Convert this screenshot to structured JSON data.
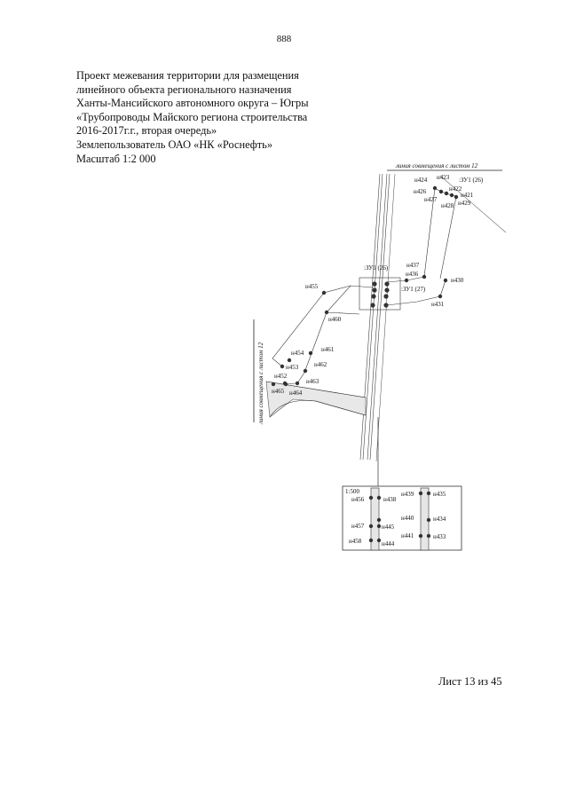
{
  "page_number": "888",
  "title_lines": [
    "Проект межевания территории для размещения",
    "линейного объекта регионального назначения",
    "Ханты-Мансийского автономного округа – Югры",
    "«Трубопроводы Майского региона строительства",
    "2016-2017г.г., вторая очередь»",
    "Землепользователь ОАО «НК «Роснефть»",
    "Масштаб 1:2 000"
  ],
  "match_line_top": "линия совмещения с листом 12",
  "match_line_left": "линия совмещения с листом 12",
  "parcel_labels": {
    "zu1_26_top": ":ЗУ1 (26)",
    "zu1_26_mid": ":ЗУ1 (26)",
    "zu1_27": ":ЗУ1 (27)"
  },
  "inset_scale": "1:500",
  "points": [
    {
      "label": "н423"
    },
    {
      "label": "н424"
    },
    {
      "label": "н422"
    },
    {
      "label": "н426"
    },
    {
      "label": "н421"
    },
    {
      "label": "н427"
    },
    {
      "label": "н429"
    },
    {
      "label": "н428"
    },
    {
      "label": "н437"
    },
    {
      "label": "н436"
    },
    {
      "label": "н430"
    },
    {
      "label": "н455"
    },
    {
      "label": "н431"
    },
    {
      "label": "н460"
    },
    {
      "label": "н461"
    },
    {
      "label": "н454"
    },
    {
      "label": "н462"
    },
    {
      "label": "н453"
    },
    {
      "label": "н452"
    },
    {
      "label": "н463"
    },
    {
      "label": "н465"
    },
    {
      "label": "н464"
    },
    {
      "label": "н456"
    },
    {
      "label": "н438"
    },
    {
      "label": "н439"
    },
    {
      "label": "н435"
    },
    {
      "label": "н440"
    },
    {
      "label": "н434"
    },
    {
      "label": "н457"
    },
    {
      "label": "н445"
    },
    {
      "label": "н441"
    },
    {
      "label": "н433"
    },
    {
      "label": "н458"
    },
    {
      "label": "н444"
    }
  ],
  "sheet_footer": "Лист 13 из 45"
}
